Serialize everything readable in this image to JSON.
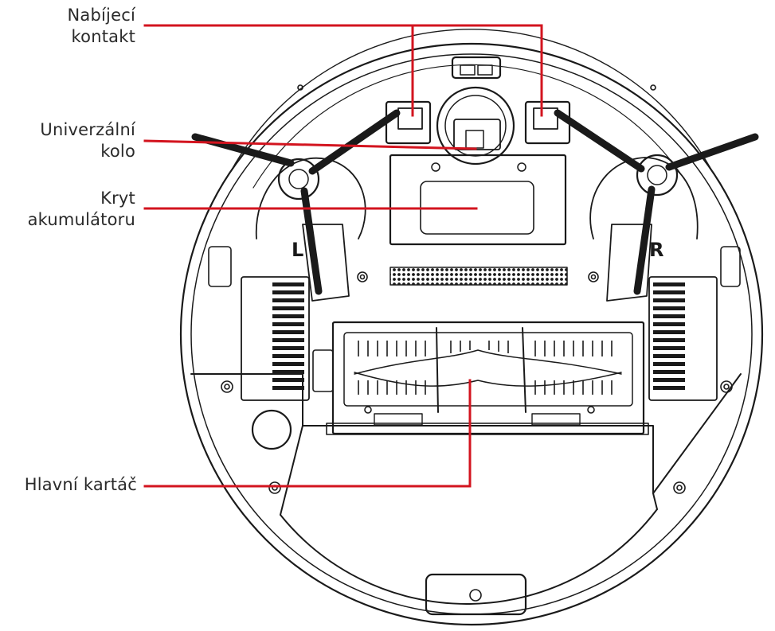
{
  "colors": {
    "leader_line": "#d3141f",
    "outline": "#1a1a1a",
    "text": "#2a2a2a",
    "background": "#ffffff"
  },
  "callouts": [
    {
      "id": "charging-contact",
      "lines": [
        "Nabíjecí",
        "kontakt"
      ]
    },
    {
      "id": "universal-wheel",
      "lines": [
        "Univerzální",
        "kolo"
      ]
    },
    {
      "id": "battery-cover",
      "lines": [
        "Kryt",
        "akumulátoru"
      ]
    },
    {
      "id": "main-brush",
      "lines": [
        "Hlavní kartáč"
      ]
    }
  ],
  "diagram": {
    "side_markers": {
      "left": "L",
      "right": "R"
    }
  }
}
